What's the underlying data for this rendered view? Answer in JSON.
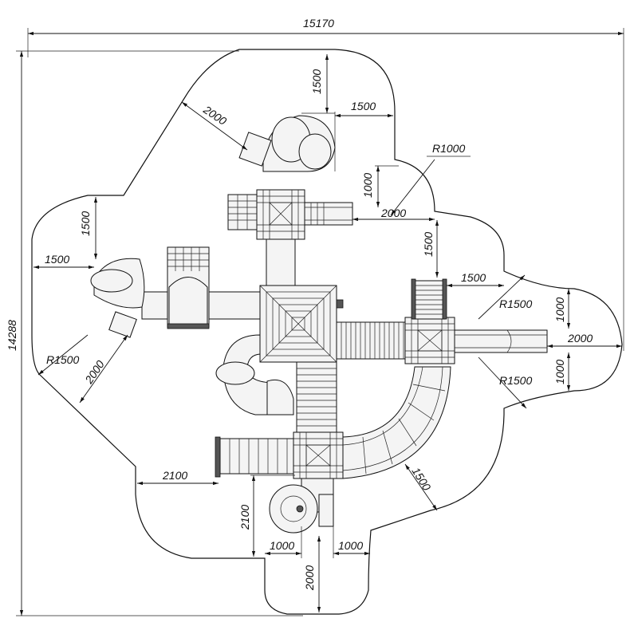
{
  "overall": {
    "width": "15170",
    "height": "14288"
  },
  "dimensions": {
    "top_tube_vertical": "1500",
    "top_right_horizontal": "1500",
    "top_left_diag": "2000",
    "r_top": "R1000",
    "small_vertical_right": "1000",
    "stair_2000_top": "2000",
    "left_vertical": "1500",
    "left_horizontal": "1500",
    "right_mid_vertical": "1500",
    "right_mid_horizontal": "1500",
    "r_right_top": "R1500",
    "right_slide_1000_a": "1000",
    "right_slide_2000": "2000",
    "right_slide_1000_b": "1000",
    "r_right_bottom": "R1500",
    "r_left": "R1500",
    "left_diag_2000": "2000",
    "curve_slide_1500": "1500",
    "bottom_left_2100_h": "2100",
    "bottom_2100_v": "2100",
    "bottom_1000_left": "1000",
    "bottom_1000_right": "1000",
    "bottom_2000_v": "2000"
  }
}
